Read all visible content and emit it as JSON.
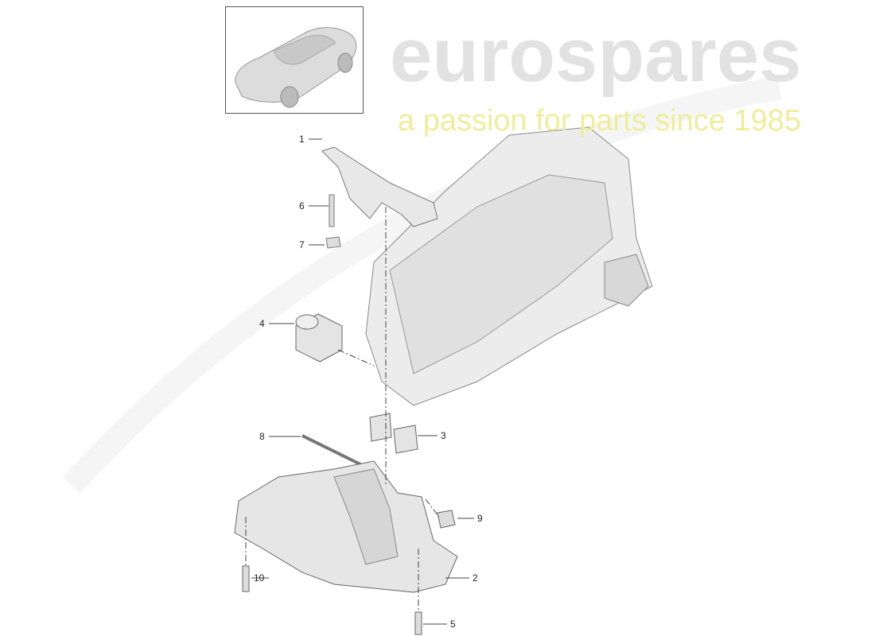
{
  "watermark": {
    "brand": "eurospares",
    "tagline": "a passion for parts since 1985"
  },
  "thumbnail": {
    "icon": "car-911-coupe-icon"
  },
  "callouts": [
    {
      "number": "1",
      "part": "bracket"
    },
    {
      "number": "6",
      "part": "stud"
    },
    {
      "number": "7",
      "part": "nut"
    },
    {
      "number": "4",
      "part": "transmission-mount"
    },
    {
      "number": "8",
      "part": "bolt"
    },
    {
      "number": "3",
      "part": "plate"
    },
    {
      "number": "9",
      "part": "nut"
    },
    {
      "number": "10",
      "part": "bolt"
    },
    {
      "number": "2",
      "part": "crossmember"
    },
    {
      "number": "5",
      "part": "bolt"
    }
  ]
}
